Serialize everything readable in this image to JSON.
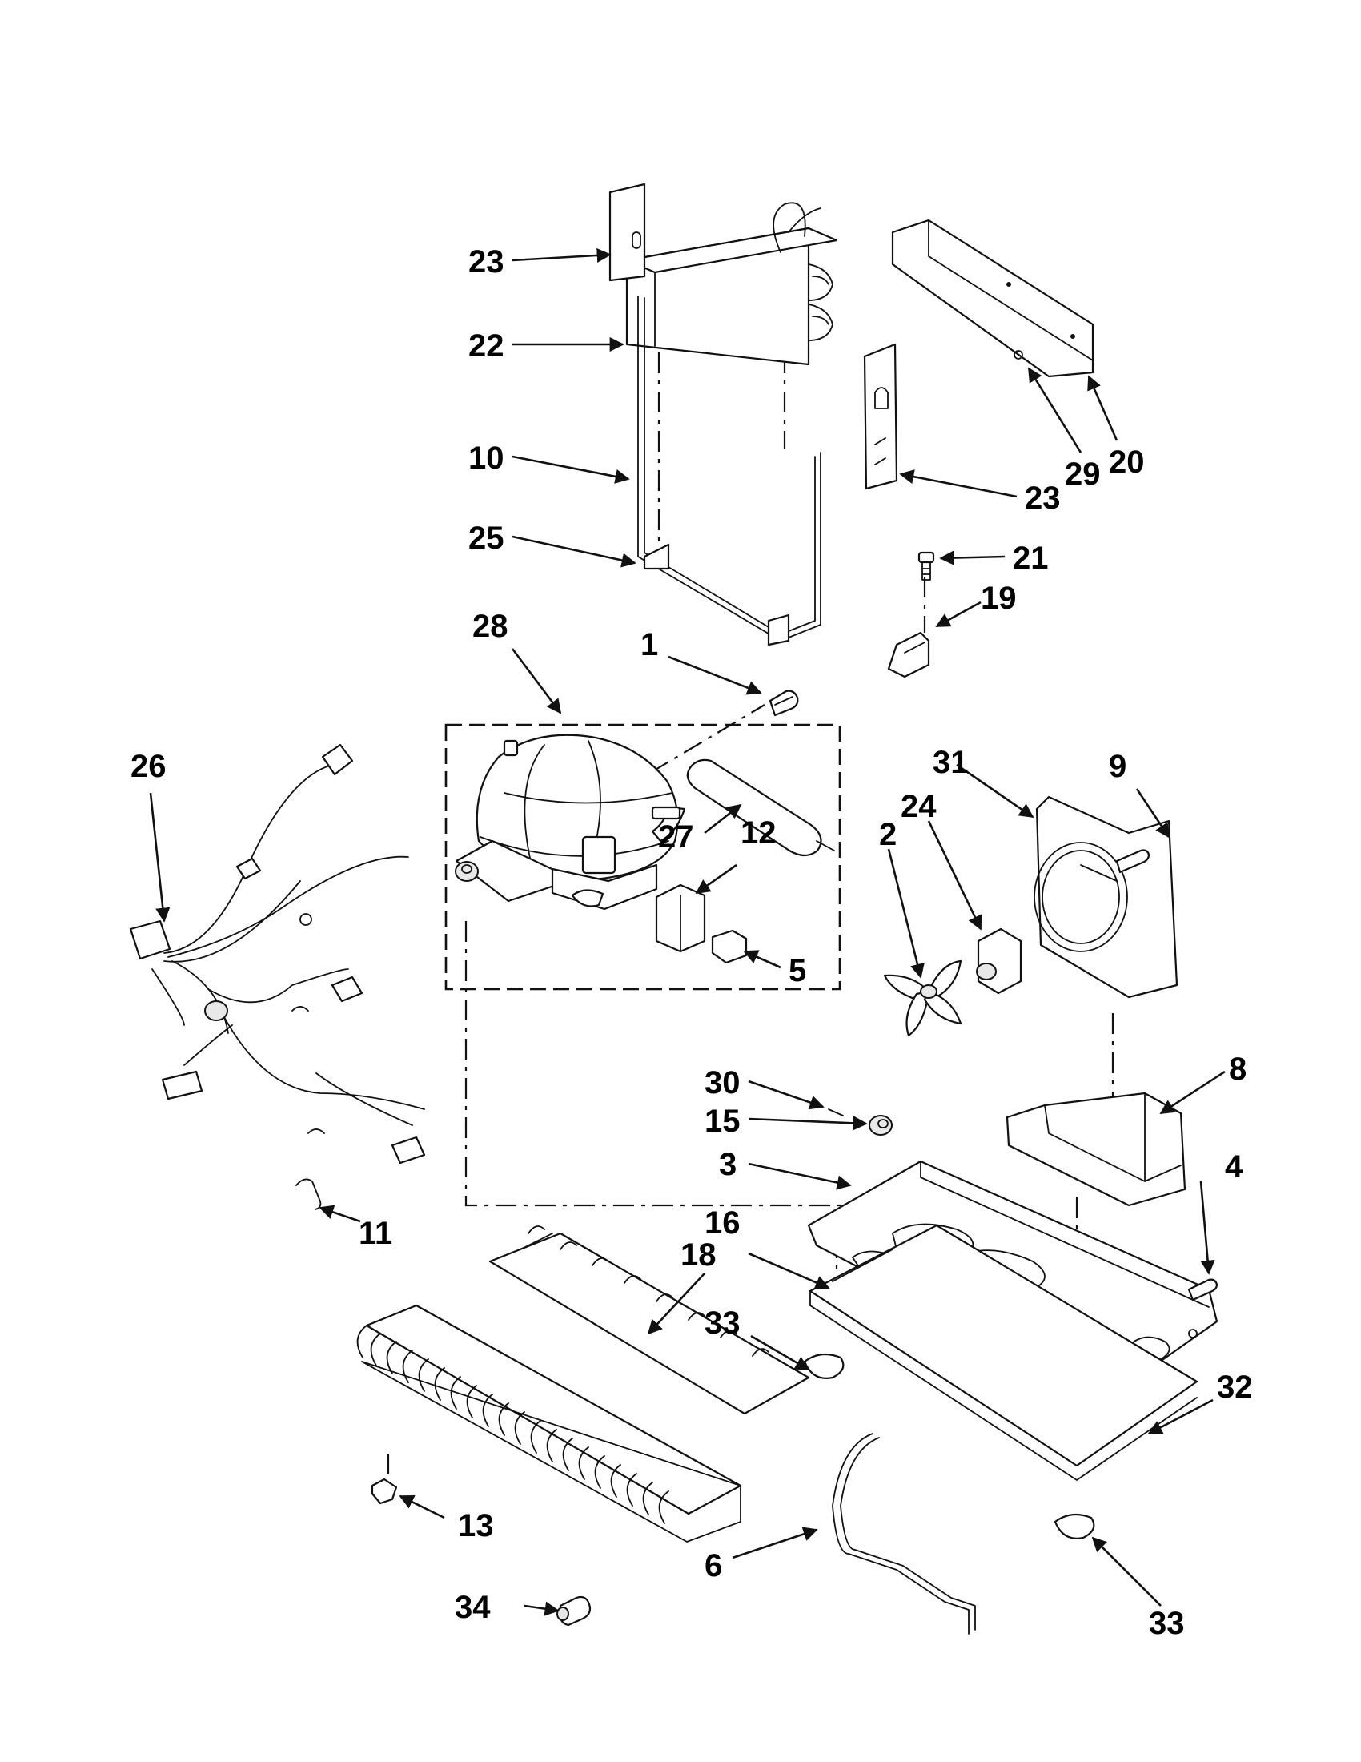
{
  "callouts": [
    {
      "id": "c1",
      "label": "1"
    },
    {
      "id": "c2",
      "label": "2"
    },
    {
      "id": "c3",
      "label": "3"
    },
    {
      "id": "c4",
      "label": "4"
    },
    {
      "id": "c5",
      "label": "5"
    },
    {
      "id": "c6",
      "label": "6"
    },
    {
      "id": "c8",
      "label": "8"
    },
    {
      "id": "c9",
      "label": "9"
    },
    {
      "id": "c10",
      "label": "10"
    },
    {
      "id": "c11",
      "label": "11"
    },
    {
      "id": "c12",
      "label": "12"
    },
    {
      "id": "c13",
      "label": "13"
    },
    {
      "id": "c15",
      "label": "15"
    },
    {
      "id": "c16",
      "label": "16"
    },
    {
      "id": "c18",
      "label": "18"
    },
    {
      "id": "c19",
      "label": "19"
    },
    {
      "id": "c20",
      "label": "20"
    },
    {
      "id": "c21",
      "label": "21"
    },
    {
      "id": "c22",
      "label": "22"
    },
    {
      "id": "c23a",
      "label": "23"
    },
    {
      "id": "c23b",
      "label": "23"
    },
    {
      "id": "c24",
      "label": "24"
    },
    {
      "id": "c25",
      "label": "25"
    },
    {
      "id": "c26",
      "label": "26"
    },
    {
      "id": "c27",
      "label": "27"
    },
    {
      "id": "c28",
      "label": "28"
    },
    {
      "id": "c29",
      "label": "29"
    },
    {
      "id": "c30",
      "label": "30"
    },
    {
      "id": "c31",
      "label": "31"
    },
    {
      "id": "c32",
      "label": "32"
    },
    {
      "id": "c33a",
      "label": "33"
    },
    {
      "id": "c33b",
      "label": "33"
    },
    {
      "id": "c34",
      "label": "34"
    }
  ]
}
